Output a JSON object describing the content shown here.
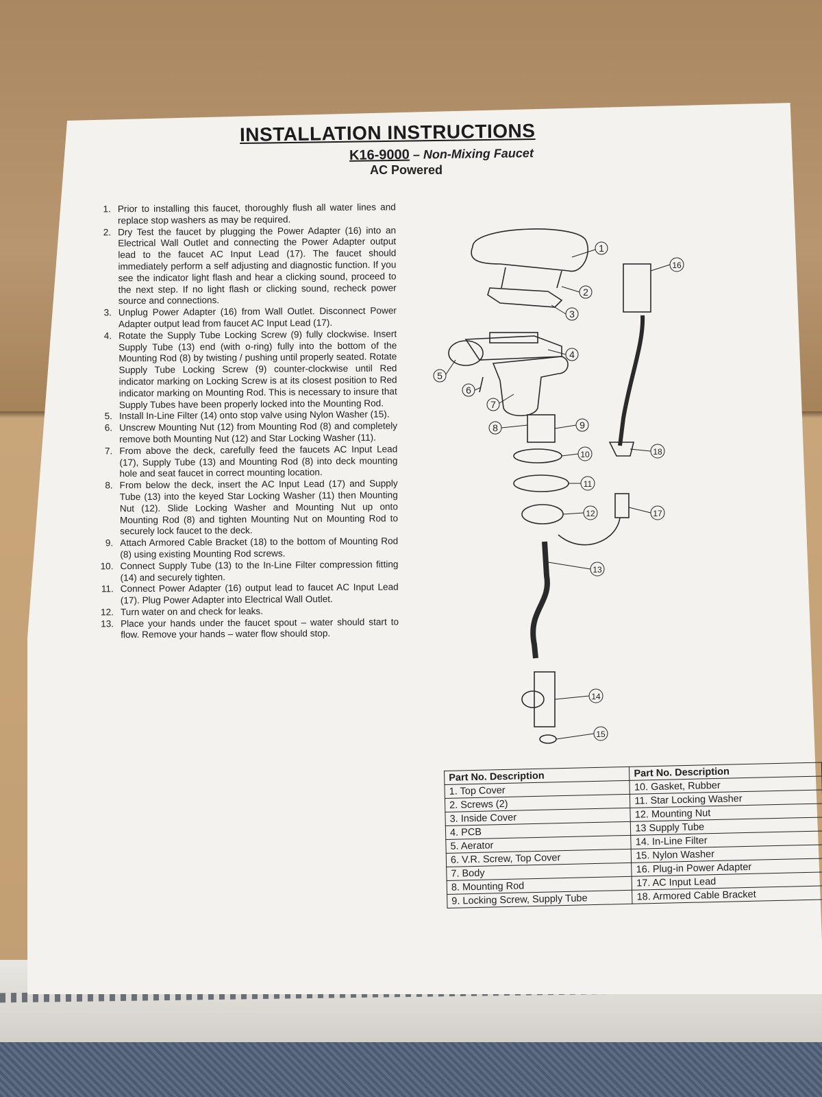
{
  "document": {
    "title": "INSTALLATION INSTRUCTIONS",
    "model_number": "K16-9000",
    "model_description": "– Non-Mixing Faucet",
    "power_type": "AC Powered"
  },
  "steps": [
    {
      "num": "1.",
      "text": "Prior to installing this faucet, thoroughly flush all water lines and replace stop washers as may be required."
    },
    {
      "num": "2.",
      "text": "Dry Test the faucet by plugging the Power Adapter (16) into an Electrical Wall Outlet and connecting the Power Adapter output lead to the faucet AC Input Lead (17). The faucet should immediately perform a self adjusting and diagnostic function. If you see the indicator light flash and hear a clicking sound, proceed to the next step. If no light flash or clicking sound, recheck power source and connections."
    },
    {
      "num": "3.",
      "text": "Unplug Power Adapter (16) from Wall Outlet. Disconnect Power Adapter output lead from faucet AC Input Lead (17)."
    },
    {
      "num": "4.",
      "text": "Rotate the Supply Tube Locking Screw (9) fully clockwise. Insert Supply Tube (13) end (with o-ring) fully into the bottom of the Mounting Rod (8) by twisting / pushing until properly seated. Rotate Supply Tube Locking Screw (9) counter-clockwise until Red indicator marking on Locking Screw is at its closest position to Red indicator marking on Mounting Rod. This is necessary to insure that Supply Tubes have been properly locked into the Mounting Rod."
    },
    {
      "num": "5.",
      "text": "Install In-Line Filter (14) onto stop valve using Nylon Washer (15)."
    },
    {
      "num": "6.",
      "text": "Unscrew Mounting Nut (12) from Mounting Rod (8) and completely remove both Mounting Nut (12) and Star Locking Washer (11)."
    },
    {
      "num": "7.",
      "text": "From above the deck, carefully feed the faucets AC Input Lead (17), Supply Tube (13) and Mounting Rod (8) into deck mounting hole and seat faucet in correct mounting location."
    },
    {
      "num": "8.",
      "text": "From below the deck, insert the AC Input Lead (17) and Supply Tube (13) into the keyed Star Locking Washer (11) then Mounting Nut (12). Slide Locking Washer and Mounting Nut up onto Mounting Rod (8) and tighten Mounting Nut on Mounting Rod to securely lock faucet to the deck."
    },
    {
      "num": "9.",
      "text": "Attach Armored Cable Bracket (18) to the bottom of Mounting Rod (8) using existing Mounting Rod screws."
    },
    {
      "num": "10.",
      "text": "Connect Supply Tube (13) to the In-Line Filter compression fitting (14) and securely tighten."
    },
    {
      "num": "11.",
      "text": "Connect Power Adapter (16) output lead to faucet AC Input Lead (17). Plug Power Adapter into Electrical Wall Outlet."
    },
    {
      "num": "12.",
      "text": "Turn water on and check for leaks."
    },
    {
      "num": "13.",
      "text": "Place your hands under the faucet spout – water should start to flow. Remove your hands – water flow should stop."
    }
  ],
  "diagram": {
    "callouts": [
      "1",
      "2",
      "3",
      "4",
      "5",
      "6",
      "7",
      "8",
      "9",
      "10",
      "11",
      "12",
      "13",
      "14",
      "15",
      "16",
      "17",
      "18"
    ]
  },
  "parts_table": {
    "header_left": "Part No. Description",
    "header_right": "Part No. Description",
    "rows": [
      {
        "left": "1. Top Cover",
        "right": "10. Gasket, Rubber"
      },
      {
        "left": "2. Screws (2)",
        "right": "11. Star Locking Washer"
      },
      {
        "left": "3. Inside Cover",
        "right": "12. Mounting Nut"
      },
      {
        "left": "4. PCB",
        "right": "13 Supply Tube"
      },
      {
        "left": "5. Aerator",
        "right": "14. In-Line Filter"
      },
      {
        "left": "6. V.R. Screw, Top Cover",
        "right": "15. Nylon Washer"
      },
      {
        "left": "7. Body",
        "right": "16. Plug-in Power Adapter"
      },
      {
        "left": "8. Mounting Rod",
        "right": "17. AC Input Lead"
      },
      {
        "left": "9. Locking Screw, Supply Tube",
        "right": "18. Armored Cable Bracket"
      }
    ]
  }
}
